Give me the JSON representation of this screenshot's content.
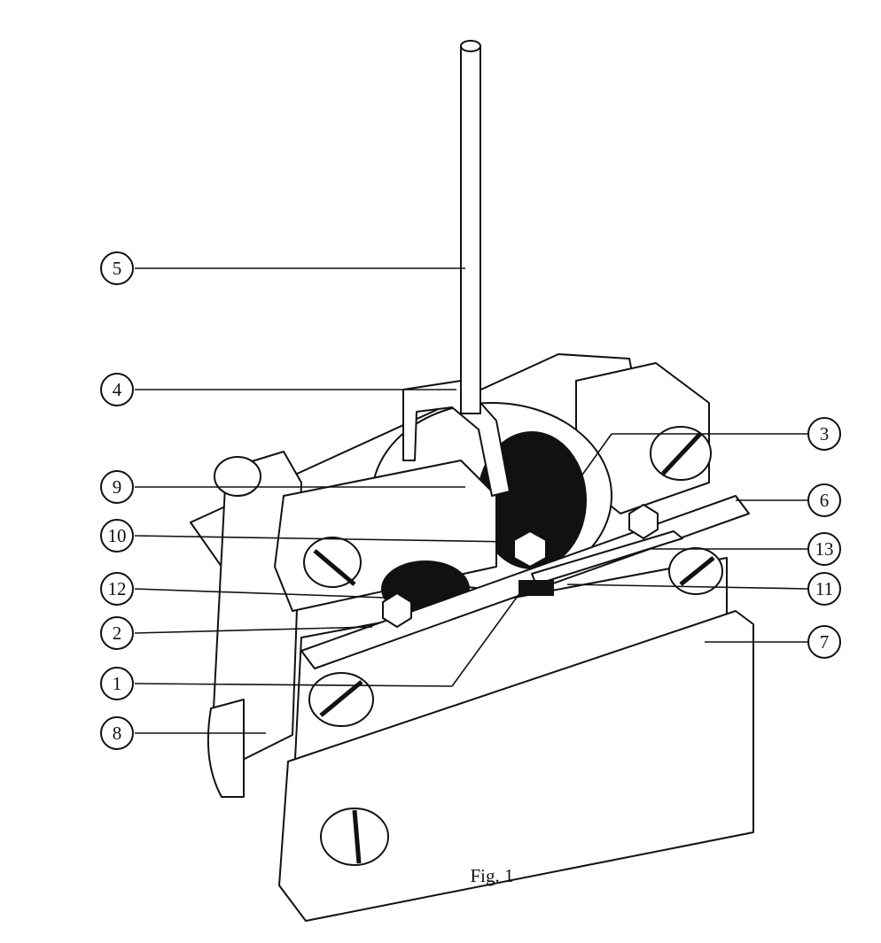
{
  "figure": {
    "caption": "Fig. 1",
    "callouts": [
      {
        "id": "5",
        "label": "5"
      },
      {
        "id": "4",
        "label": "4"
      },
      {
        "id": "3",
        "label": "3"
      },
      {
        "id": "9",
        "label": "9"
      },
      {
        "id": "6",
        "label": "6"
      },
      {
        "id": "10",
        "label": "10"
      },
      {
        "id": "13",
        "label": "13"
      },
      {
        "id": "12",
        "label": "12"
      },
      {
        "id": "11",
        "label": "11"
      },
      {
        "id": "2",
        "label": "2"
      },
      {
        "id": "7",
        "label": "7"
      },
      {
        "id": "1",
        "label": "1"
      },
      {
        "id": "8",
        "label": "8"
      }
    ]
  },
  "colors": {
    "ink": "#111111",
    "paper": "#ffffff",
    "hatch": "#333333"
  }
}
